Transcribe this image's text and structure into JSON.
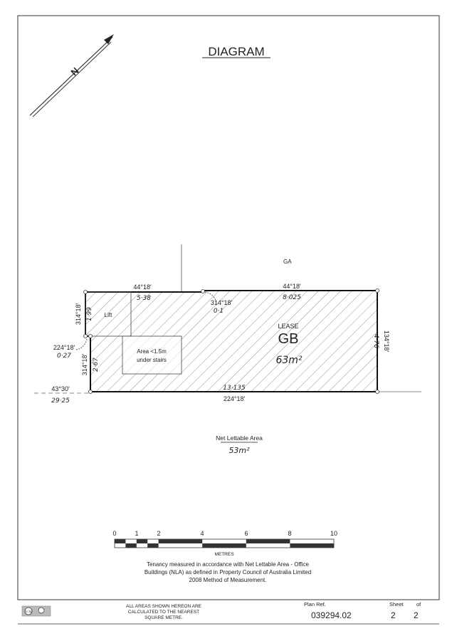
{
  "title": "DIAGRAM",
  "north_label": "N",
  "neighbour_label": "GA",
  "lease": {
    "label": "LEASE",
    "name": "GB",
    "area": "63m²"
  },
  "rooms": {
    "lift": "Lift",
    "stairs_line1": "Area <1.5m",
    "stairs_line2": "under stairs"
  },
  "dimensions": {
    "top_left_bearing": "44°18′",
    "top_left_distance": "5·38",
    "top_right_bearing": "44°18′",
    "top_right_distance": "8·025",
    "notch_top_bearing": "314°18′",
    "notch_top_distance": "0·1",
    "left_upper_bearing": "314°18′",
    "left_upper_distance": "1·99",
    "notch_left_bearing": "224°18′",
    "notch_left_distance": "0·27",
    "left_lower_bearing": "314°18′",
    "left_lower_distance": "2·67",
    "right_bearing": "134°18′",
    "right_distance": "4·76",
    "bottom_distance": "13·135",
    "bottom_bearing": "224°18′",
    "tie_bearing": "43°30′",
    "tie_distance": "29·25"
  },
  "nla": {
    "label": "Net Lettable Area",
    "value": "53m²"
  },
  "scale": {
    "ticks": [
      "0",
      "1",
      "2",
      "4",
      "6",
      "8",
      "10"
    ],
    "unit": "METRES"
  },
  "note": {
    "line1": "Tenancy measured in accordance with Net Lettable Area - Office",
    "line2": "Buildings (NLA) as defined in Property Council of Australia Limited",
    "line3": "2008 Method of Measurement."
  },
  "footer": {
    "areas_line1": "ALL AREAS SHOWN HEREON ARE",
    "areas_line2": "CALCULATED TO THE NEAREST",
    "areas_line3": "SQUARE METRE.",
    "plan_ref_label": "Plan Ref.",
    "plan_ref": "039294.02",
    "sheet_label": "Sheet",
    "sheet": "2",
    "of_label": "of",
    "of": "2",
    "license_badge": "cc by"
  }
}
